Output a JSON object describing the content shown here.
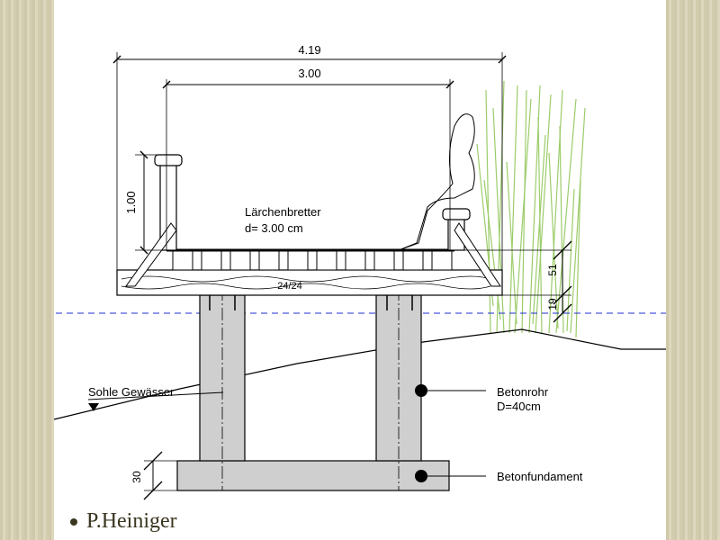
{
  "dimensions": {
    "total_width": "4.19",
    "deck_width": "3.00",
    "railing_height": "1.00",
    "deck_height": "51",
    "clearance": "19",
    "foundation_height": "30",
    "beam": "24/24"
  },
  "labels": {
    "deck_material": "Lärchenbretter",
    "deck_thickness": "d= 3.00 cm",
    "riverbed": "Sohle Gewässer",
    "pipe": "Betonrohr",
    "pipe_diameter": "D=40cm",
    "foundation": "Betonfundament"
  },
  "footer": {
    "author": "P.Heiniger"
  },
  "colors": {
    "concrete": "#cfcfcf",
    "water_line": "#1f2fd0",
    "reed": "#9ccc6a"
  }
}
